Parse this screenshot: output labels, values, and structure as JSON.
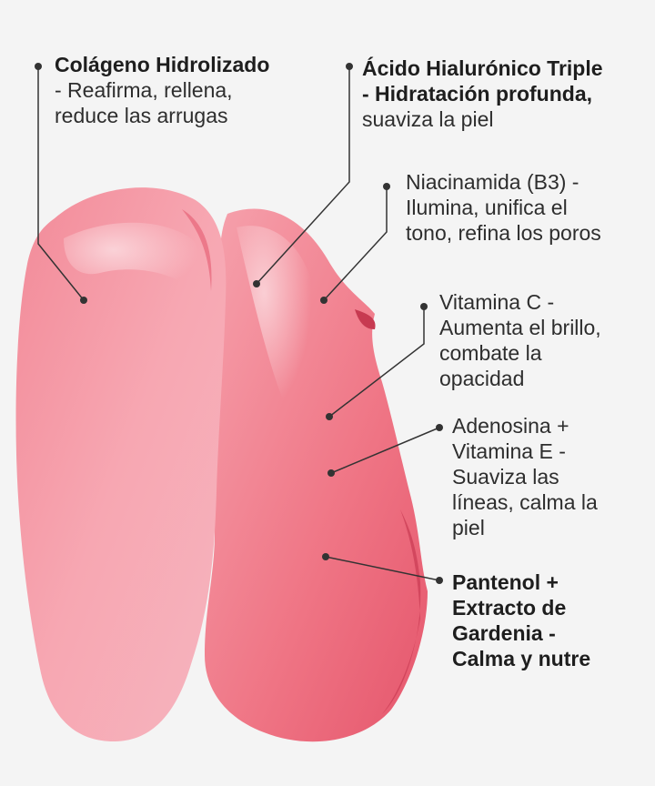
{
  "colors": {
    "background": "#f4f4f4",
    "text": "#2e2e2e",
    "gel_light": "#f7a3ae",
    "gel_mid": "#ee6f80",
    "gel_dark": "#d9425a",
    "leader_line": "#333333"
  },
  "labels": [
    {
      "id": "colageno",
      "bold": [
        "Colágeno Hidrolizado"
      ],
      "lines": [
        "- Reafirma, rellena,",
        "reduce las arrugas"
      ]
    },
    {
      "id": "acido",
      "bold": [
        "Ácido Hialurónico Triple",
        "- Hidratación profunda,"
      ],
      "lines": [
        "suaviza la piel"
      ]
    },
    {
      "id": "niacinamida",
      "bold": [],
      "lines": [
        "Niacinamida (B3) -",
        "Ilumina, unifica el",
        "tono, refina los poros"
      ]
    },
    {
      "id": "vitaminac",
      "bold": [],
      "lines": [
        "Vitamina C -",
        "Aumenta el brillo,",
        "combate la",
        "opacidad"
      ]
    },
    {
      "id": "adenosina",
      "bold": [],
      "lines": [
        "Adenosina +",
        "Vitamina E -",
        "Suaviza las",
        "líneas, calma la",
        "piel"
      ]
    },
    {
      "id": "pantenol",
      "bold": [
        "Pantenol +",
        "Extracto de",
        "Gardenia -",
        "Calma y nutre"
      ],
      "lines": []
    }
  ]
}
